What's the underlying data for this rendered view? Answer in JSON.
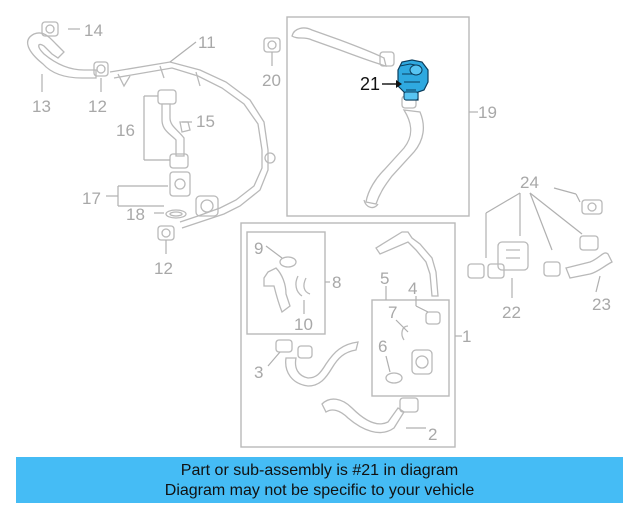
{
  "diagram": {
    "callouts": {
      "c1": "1",
      "c2": "2",
      "c3": "3",
      "c4": "4",
      "c5": "5",
      "c6": "6",
      "c7": "7",
      "c8": "8",
      "c9": "9",
      "c10": "10",
      "c11": "11",
      "c12a": "12",
      "c12b": "12",
      "c13": "13",
      "c14": "14",
      "c15": "15",
      "c16": "16",
      "c17": "17",
      "c18": "18",
      "c19": "19",
      "c20": "20",
      "c21": "21",
      "c22": "22",
      "c23": "23",
      "c24": "24"
    },
    "highlighted_part": "21",
    "highlight_color": "#2fa9e0",
    "line_color": "#b9b9b9"
  },
  "caption": {
    "line1": "Part or sub-assembly is #21 in diagram",
    "line2": "Diagram may not be specific to your vehicle",
    "background": "#45bcf5"
  }
}
